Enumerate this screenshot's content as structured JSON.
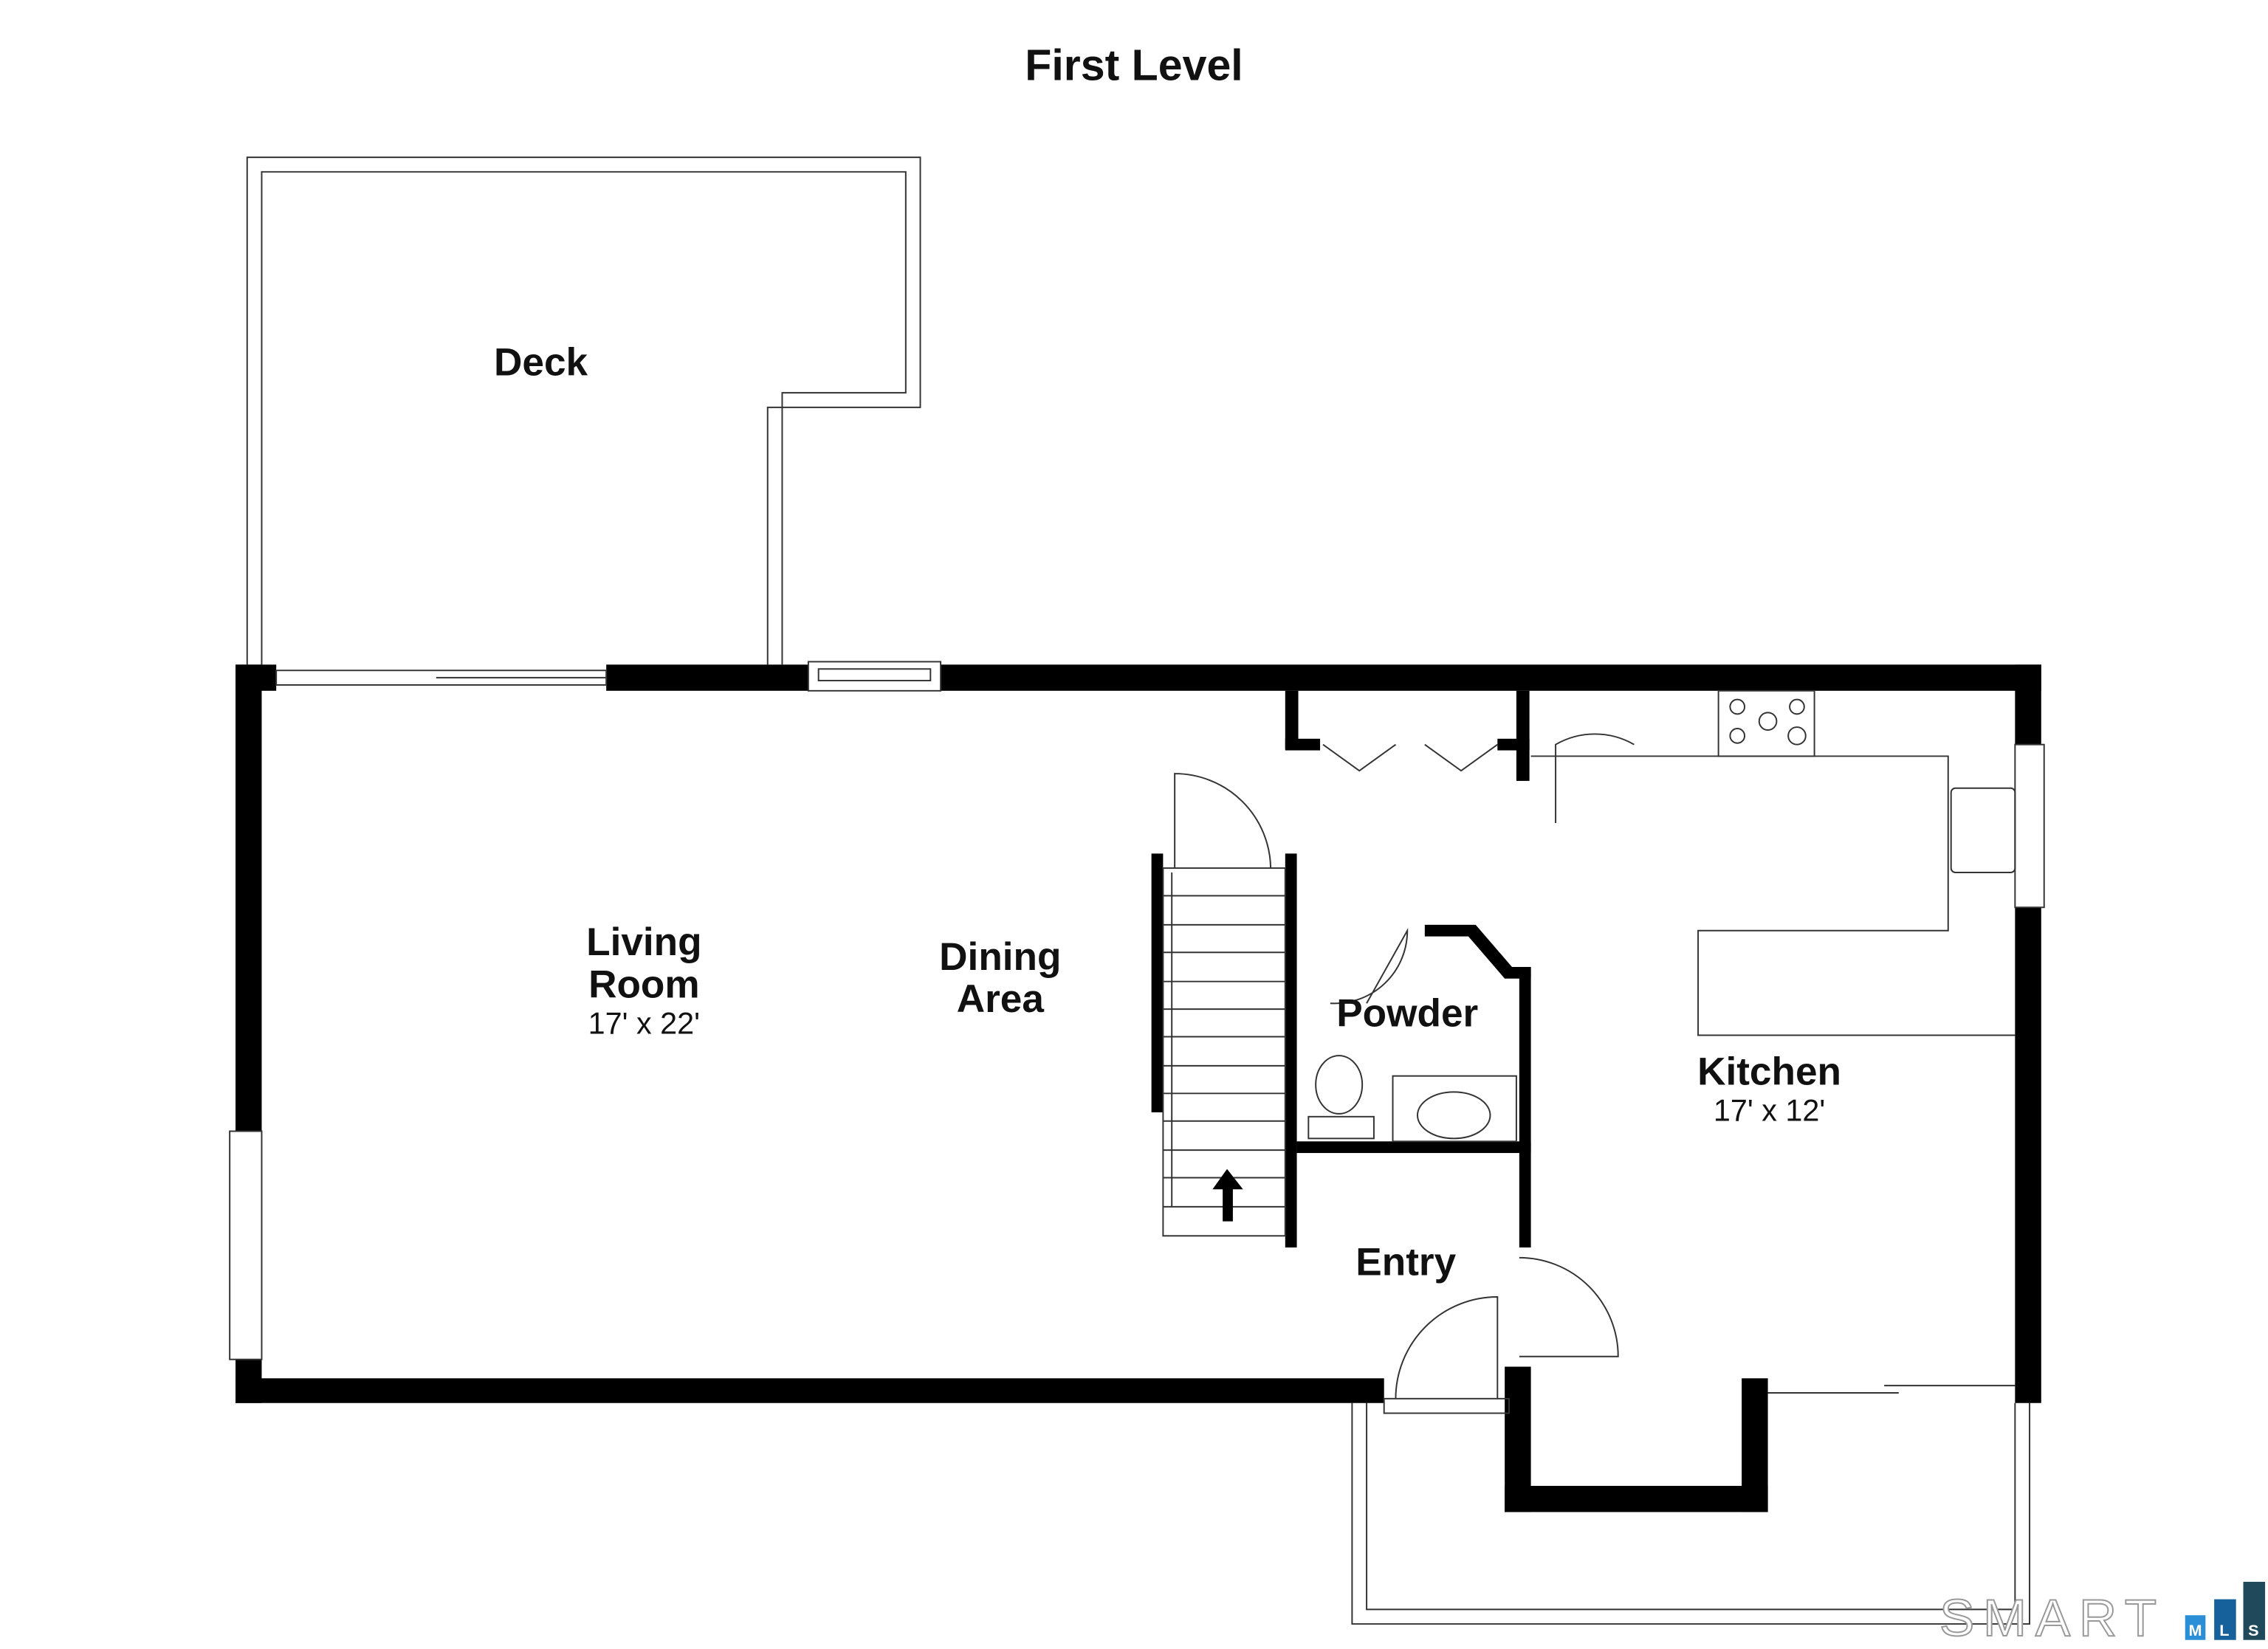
{
  "title": "First Level",
  "rooms": {
    "deck": {
      "name": "Deck"
    },
    "living": {
      "name_line1": "Living",
      "name_line2": "Room",
      "dimensions": "17' x 22'"
    },
    "dining": {
      "name_line1": "Dining",
      "name_line2": "Area"
    },
    "powder": {
      "name": "Powder"
    },
    "kitchen": {
      "name": "Kitchen",
      "dimensions": "17' x 12'"
    },
    "entry": {
      "name": "Entry"
    }
  },
  "logo": {
    "text": "SMART",
    "badges": [
      "M",
      "L",
      "S"
    ],
    "colors": [
      "#2a8fd6",
      "#16609b",
      "#204a5c"
    ]
  }
}
